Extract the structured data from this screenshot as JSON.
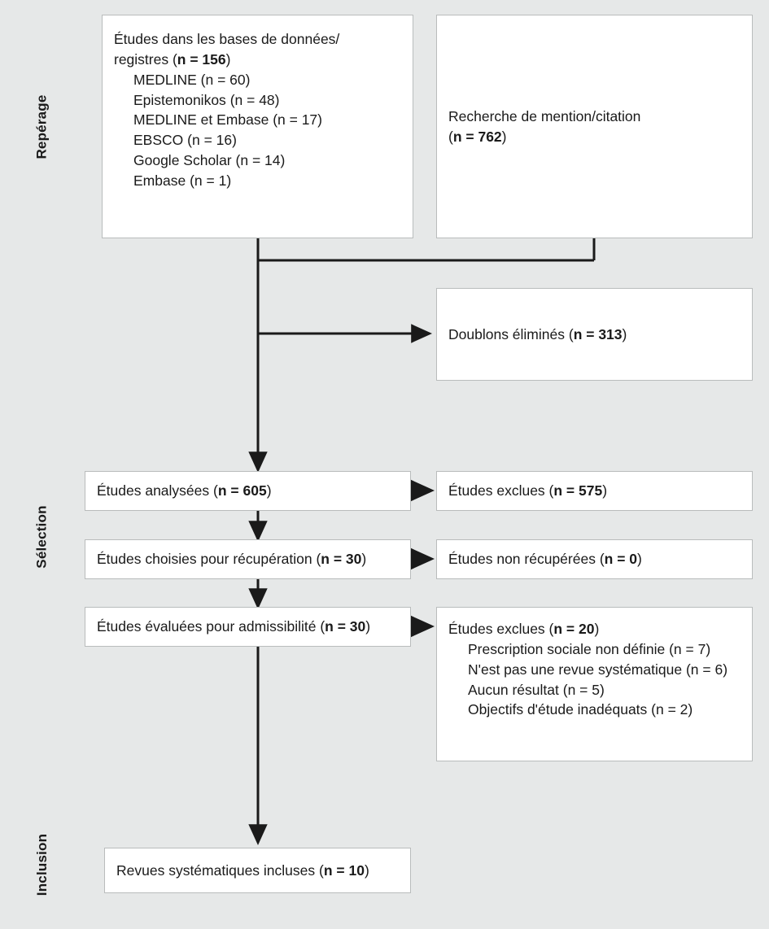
{
  "diagram": {
    "type": "prisma-flow-diagram",
    "language": "fr",
    "background_color": "#e6e8e8",
    "box_fill": "#ffffff",
    "box_border": "#b9bcbc",
    "text_color": "#1a1a1a",
    "connector_color": "#1a1a1a"
  },
  "stages": [
    {
      "id": "identification",
      "label": "Repérage"
    },
    {
      "id": "screening",
      "label": "Sélection"
    },
    {
      "id": "included",
      "label": "Inclusion"
    }
  ],
  "boxes": {
    "databases": {
      "title_line1": "Études dans les bases de données/",
      "title_line2_pre": "registres (",
      "title_line2_n": "n = 156",
      "title_line2_post": ")",
      "sources": [
        {
          "name": "MEDLINE",
          "n": "(n = 60)"
        },
        {
          "name": "Epistemonikos",
          "n": "(n = 48)"
        },
        {
          "name": "MEDLINE et Embase",
          "n": "(n = 17)"
        },
        {
          "name": "EBSCO",
          "n": "(n = 16)"
        },
        {
          "name": "Google Scholar",
          "n": "(n = 14)"
        },
        {
          "name": "Embase",
          "n": "(n = 1)"
        }
      ]
    },
    "citation_search": {
      "line1": "Recherche de mention/citation",
      "line2_pre": "(",
      "line2_n": "n = 762",
      "line2_post": ")"
    },
    "duplicates": {
      "label_pre": "Doublons éliminés (",
      "label_n": "n = 313",
      "label_post": ")"
    },
    "screened": {
      "label_pre": "Études analysées (",
      "label_n": "n = 605",
      "label_post": ")"
    },
    "screened_excluded": {
      "label_pre": "Études exclues (",
      "label_n": "n = 575",
      "label_post": ")"
    },
    "sought": {
      "label_pre": "Études choisies pour récupération (",
      "label_n": "n = 30",
      "label_post": ")"
    },
    "not_retrieved": {
      "label_pre": "Études non récupérées (",
      "label_n": "n = 0",
      "label_post": ")"
    },
    "assessed": {
      "label_pre": "Études évaluées pour admissibilité (",
      "label_n": "n = 30",
      "label_post": ")"
    },
    "assessed_excluded": {
      "label_pre": "Études exclues (",
      "label_n": "n = 20",
      "label_post": ")",
      "reasons": [
        {
          "reason": "Prescription sociale non définie",
          "n": "(n = 7)"
        },
        {
          "reason": "N'est pas une revue systématique",
          "n": "(n = 6)"
        },
        {
          "reason": "Aucun résultat",
          "n": "(n = 5)"
        },
        {
          "reason": "Objectifs d'étude inadéquats",
          "n": "(n = 2)"
        }
      ]
    },
    "included": {
      "label_pre": "Revues systématiques incluses (",
      "label_n": "n = 10",
      "label_post": ")"
    }
  }
}
